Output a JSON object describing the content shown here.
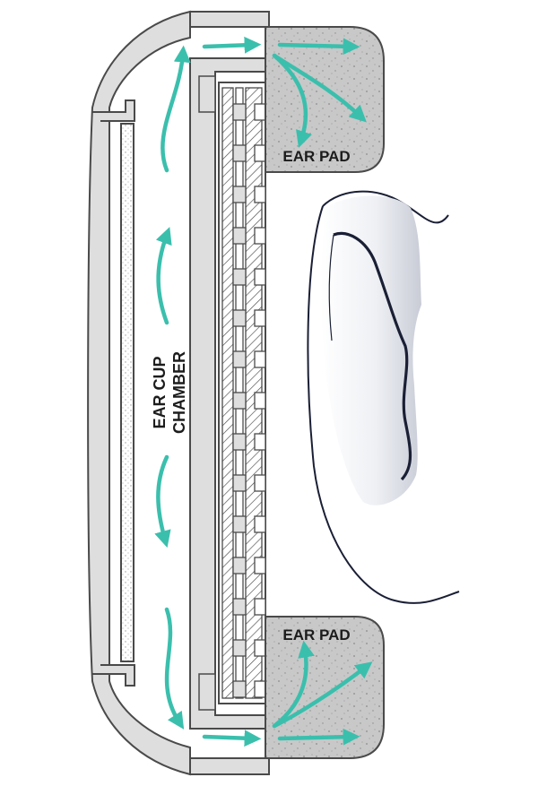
{
  "labels": {
    "ear_pad_top": "EAR PAD",
    "ear_pad_bottom": "EAR PAD",
    "chamber_line1": "EAR CUP",
    "chamber_line2": "CHAMBER"
  },
  "colors": {
    "arrow": "#3bbfad",
    "shell_fill": "#dedede",
    "shell_stroke": "#4a4a4a",
    "pad_fill": "#c8c8c8",
    "ear_outline": "#1a1f35"
  }
}
